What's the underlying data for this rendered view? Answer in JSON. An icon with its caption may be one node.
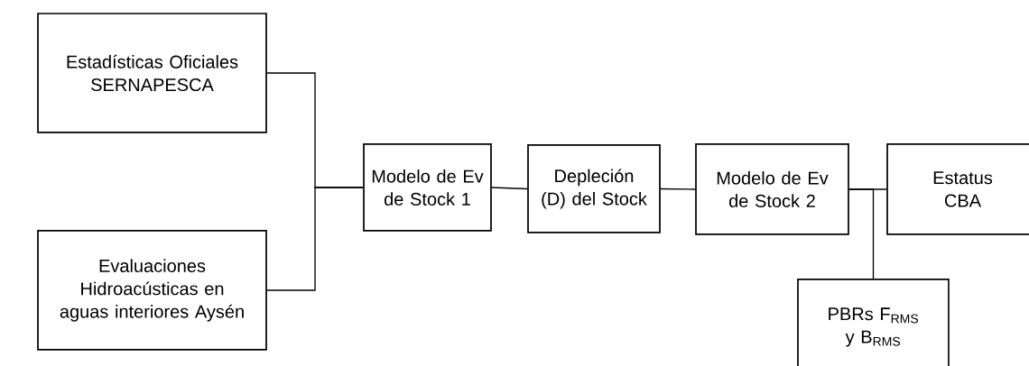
{
  "diagram": {
    "nodes": [
      {
        "text": [
          "Estadísticas Oficiales SERNAPESCA"
        ]
      },
      {
        "text": [
          "Evaluaciones Hidroacústicas en aguas interiores Aysén"
        ]
      },
      {
        "text": [
          "Modelo de Ev de Stock 1"
        ]
      },
      {
        "text": [
          "Depleción (D) del Stock"
        ]
      },
      {
        "text": [
          "Modelo de Ev de Stock 2"
        ]
      },
      {
        "text": [
          "Estatus CBA"
        ]
      },
      {
        "text": [
          "PBRs F$_{RMS}$ y B$_{RMS}$"
        ]
      }
    ],
    "edges": [
      {
        "from": 0,
        "to": 2,
        "arrow": "none"
      },
      {
        "from": 1,
        "to": 2,
        "arrow": "none"
      },
      {
        "from": 2,
        "to": 3,
        "arrow": "none"
      },
      {
        "from": 3,
        "to": 4,
        "arrow": "none"
      },
      {
        "from": 4,
        "to": 5,
        "arrow": "none"
      },
      {
        "from": 4,
        "to": 6,
        "arrow": "none"
      }
    ]
  }
}
